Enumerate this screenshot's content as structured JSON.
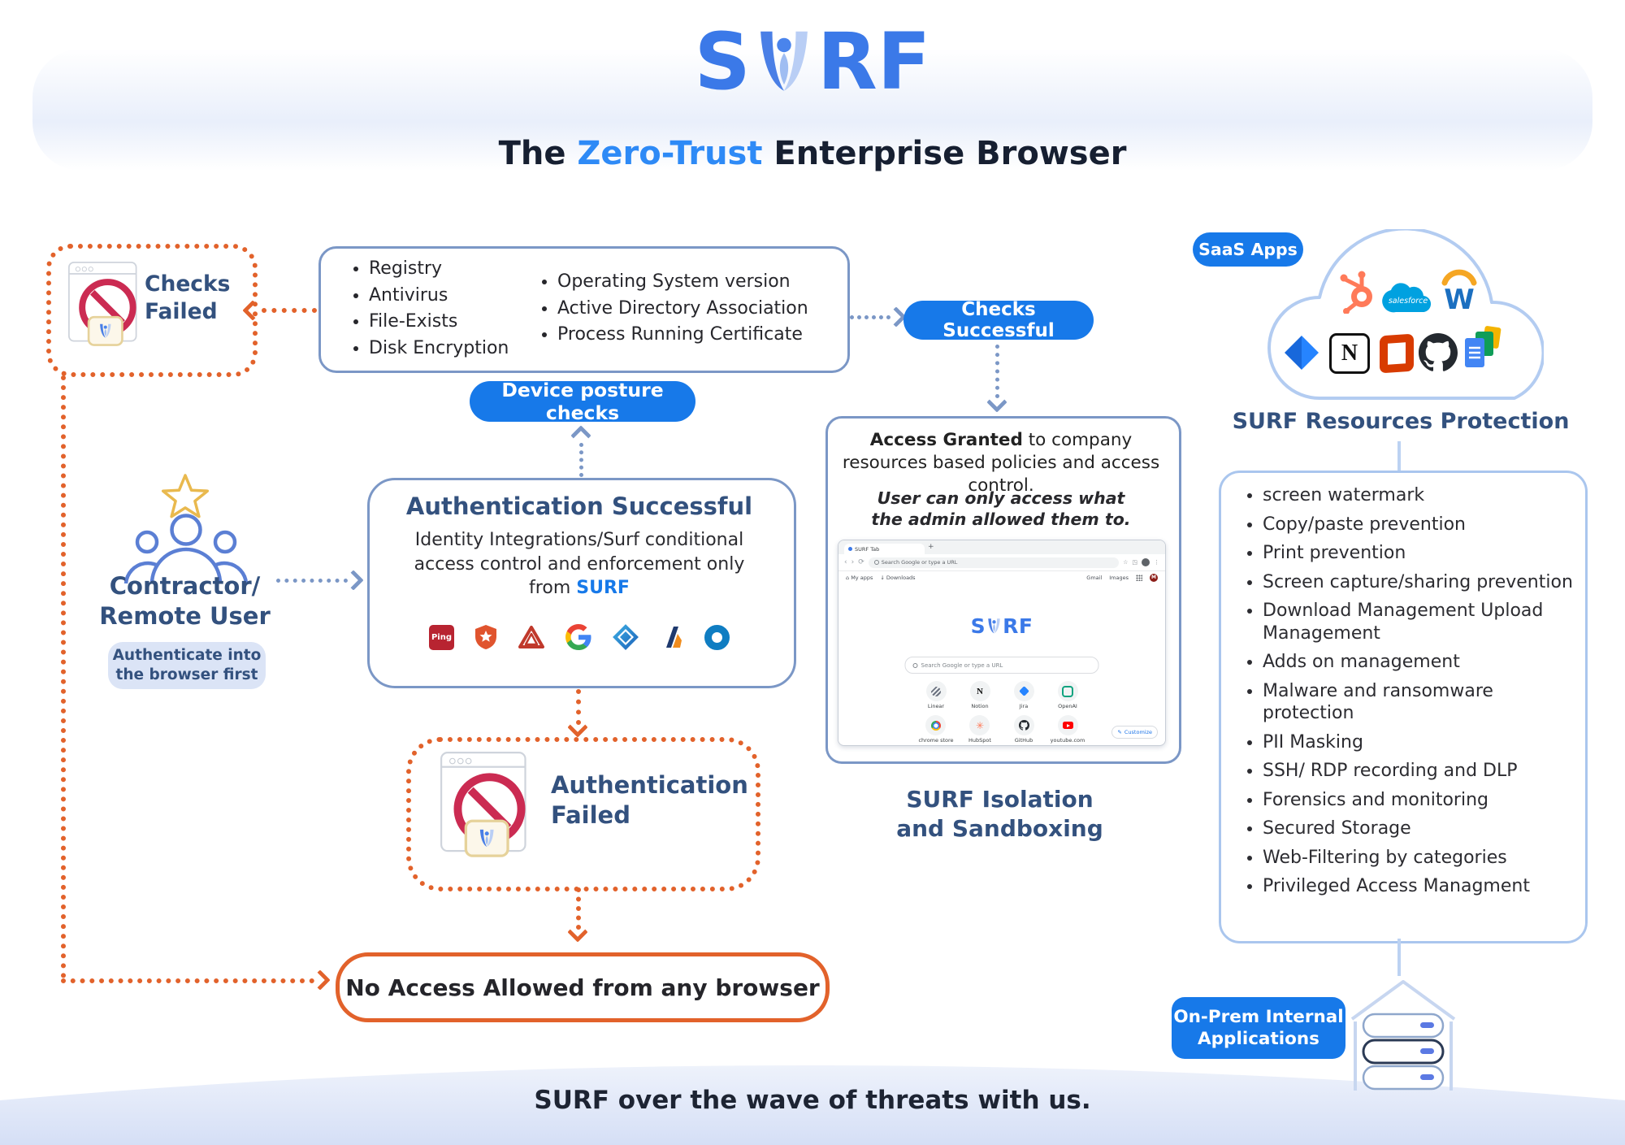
{
  "header": {
    "logo_left": "S",
    "logo_right": "RF",
    "title_pre": "The ",
    "title_highlight": "Zero-Trust",
    "title_post": " Enterprise Browser"
  },
  "checks_failed_label": "Checks Failed",
  "device_checks": {
    "col1": [
      "Registry",
      "Antivirus",
      "File-Exists",
      "Disk Encryption"
    ],
    "col2": [
      "Operating System version",
      "Active Directory Association",
      "Process Running Certificate"
    ]
  },
  "device_posture_label": "Device posture checks",
  "checks_successful_label": "Checks Successful",
  "contractor": {
    "line1": "Contractor/",
    "line2": "Remote User",
    "note1": "Authenticate into",
    "note2": "the browser first"
  },
  "auth_success": {
    "title": "Authentication Successful",
    "body": "Identity Integrations/Surf conditional access control and enforcement only from ",
    "brand": "SURF",
    "ping_text": "Ping",
    "provider_icons": [
      "ping-identity-icon",
      "security-shield-icon",
      "cyberark-icon",
      "google-icon",
      "azure-ad-icon",
      "adfs-icon",
      "okta-icon"
    ]
  },
  "auth_failed": {
    "line1": "Authentication",
    "line2": "Failed"
  },
  "no_access_label": "No Access Allowed from any browser",
  "access_granted": {
    "bold": "Access Granted",
    "rest": " to company resources based policies and access control.",
    "note1": "User can only access what",
    "note2": "the admin allowed them to."
  },
  "browser": {
    "tab": "SURF Tab",
    "url_placeholder": "Search Google or type a URL",
    "bookmark1": "My apps",
    "bookmark2": "Downloads",
    "gmail": "Gmail",
    "images": "Images",
    "avatar": "M",
    "logo_left": "S",
    "logo_right": "RF",
    "search_placeholder": "Search Google or type a URL",
    "customize": "Customize",
    "shortcuts": [
      {
        "label": "Linear"
      },
      {
        "label": "Notion"
      },
      {
        "label": "Jira"
      },
      {
        "label": "OpenAI"
      },
      {
        "label": "chrome store"
      },
      {
        "label": "HubSpot"
      },
      {
        "label": "GitHub"
      },
      {
        "label": "youtube.com"
      }
    ]
  },
  "isolation": {
    "line1": "SURF Isolation",
    "line2": "and Sandboxing"
  },
  "saas": {
    "pill": "SaaS Apps",
    "salesforce_text": "salesforce",
    "workday_letter": "W",
    "notion_letter": "N",
    "apps": [
      "HubSpot",
      "Salesforce",
      "Workday",
      "Jira",
      "Notion",
      "Office 365",
      "GitHub",
      "Google Docs"
    ]
  },
  "resources": {
    "title": "SURF Resources Protection",
    "items": [
      "screen watermark",
      "Copy/paste prevention",
      "Print prevention",
      "Screen capture/sharing prevention",
      "Download Management Upload Management",
      "Adds on management",
      "Malware and ransomware protection",
      "PII Masking",
      "SSH/ RDP recording and DLP",
      "Forensics and monitoring",
      "Secured Storage",
      "Web-Filtering by categories",
      "Privileged Access Managment"
    ]
  },
  "on_prem": {
    "line1": "On-Prem Internal",
    "line2": "Applications"
  },
  "footer_tagline": "SURF over the wave of threats with us.",
  "colors": {
    "accent_blue": "#1779e9",
    "navy": "#33517e",
    "orange": "#e2622b",
    "border_blue": "#7b97c6",
    "border_light_blue": "#aac6ee",
    "prohibit_red": "#cb2b52"
  }
}
